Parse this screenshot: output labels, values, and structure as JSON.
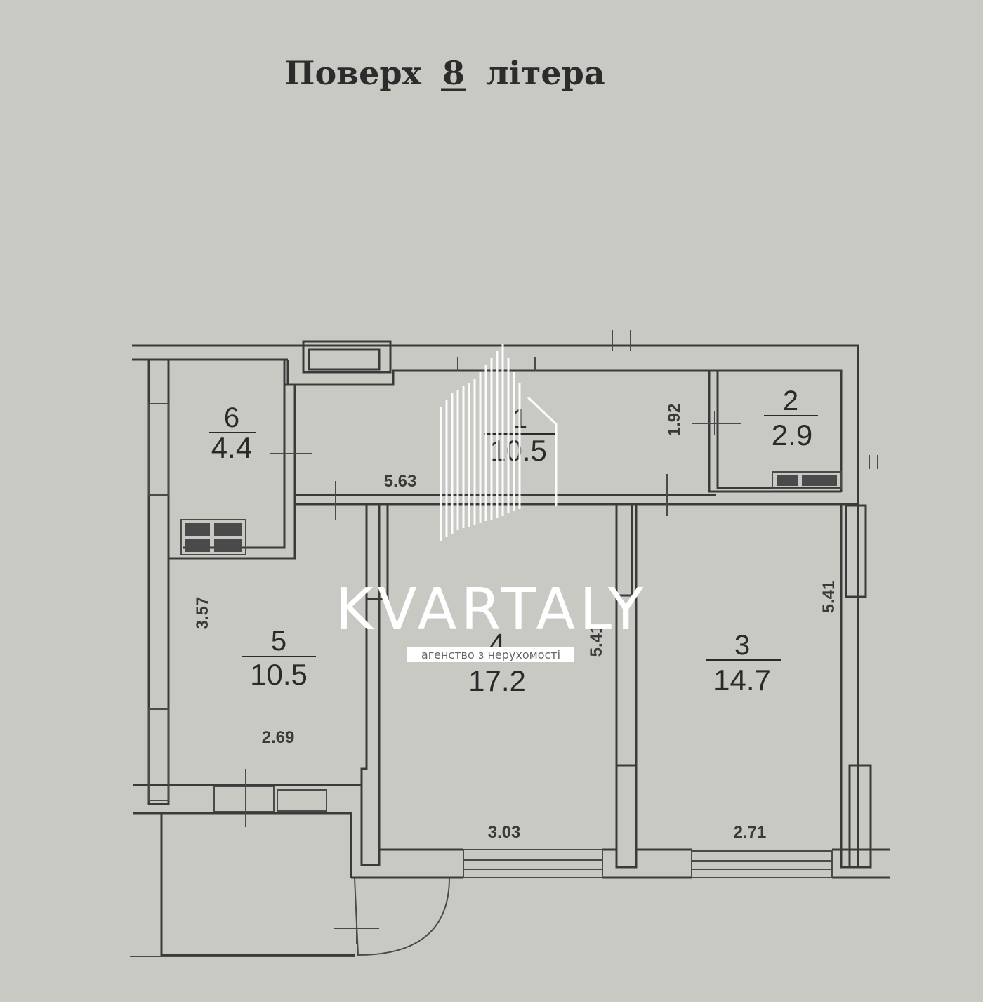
{
  "title": {
    "prefix": "Поверх",
    "floor": "8",
    "suffix": "літера"
  },
  "rooms": [
    {
      "number": "1",
      "area": "10.5"
    },
    {
      "number": "2",
      "area": "2.9"
    },
    {
      "number": "3",
      "area": "14.7"
    },
    {
      "number": "4",
      "area": "17.2"
    },
    {
      "number": "5",
      "area": "10.5"
    },
    {
      "number": "6",
      "area": "4.4"
    }
  ],
  "dimensions": {
    "corridor_length": "5.63",
    "bathroom_height": "1.92",
    "room3_height": "5.41",
    "room4_height": "5.41",
    "kitchen_height": "3.57",
    "kitchen_width": "2.69",
    "room4_width": "3.03",
    "room3_width": "2.71"
  },
  "watermark": {
    "brand": "KVARTALY",
    "tagline": "агенство з нерухомості"
  },
  "colors": {
    "paper": "#c9c9c4",
    "ink": "#3a3a3a",
    "watermark": "#ffffff"
  }
}
